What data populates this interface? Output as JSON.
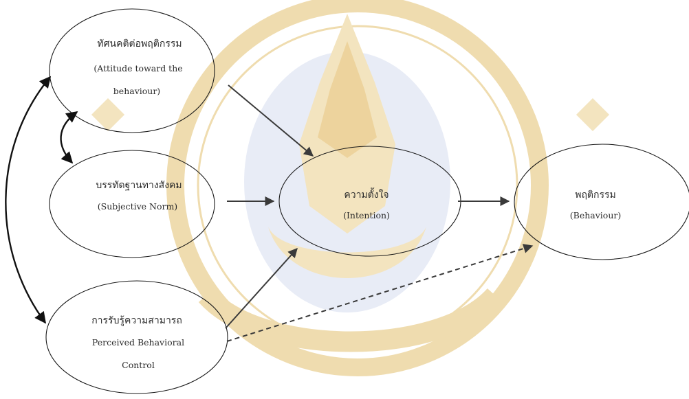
{
  "nodes": {
    "attitude": {
      "thai": "ทัศนคติต่อพฤติกรรม",
      "en1": "(Attitude toward the",
      "en2": "behaviour)"
    },
    "subjective_norm": {
      "thai": "บรรทัดฐานทางสังคม",
      "en1": "(Subjective Norm)"
    },
    "pbc": {
      "thai": "การรับรู้ความสามารถ",
      "en1": "Perceived Behavioral",
      "en2": "Control"
    },
    "intention": {
      "thai": "ความตั้งใจ",
      "en1": "(Intention)"
    },
    "behaviour": {
      "thai": "พฤติกรรม",
      "en1": "(Behaviour)"
    }
  },
  "edges": [
    {
      "from": "attitude",
      "to": "intention",
      "style": "solid"
    },
    {
      "from": "subjective_norm",
      "to": "intention",
      "style": "solid"
    },
    {
      "from": "pbc",
      "to": "intention",
      "style": "solid"
    },
    {
      "from": "intention",
      "to": "behaviour",
      "style": "solid"
    },
    {
      "from": "pbc",
      "to": "behaviour",
      "style": "dashed"
    },
    {
      "from": "attitude",
      "to": "subjective_norm",
      "style": "curved-bidirectional"
    },
    {
      "from": "attitude",
      "to": "pbc",
      "style": "curved-bidirectional"
    }
  ],
  "colors": {
    "watermark_gold": "#f2e1b8",
    "watermark_blue": "#e6eaf5",
    "line": "#3a3a3a"
  }
}
